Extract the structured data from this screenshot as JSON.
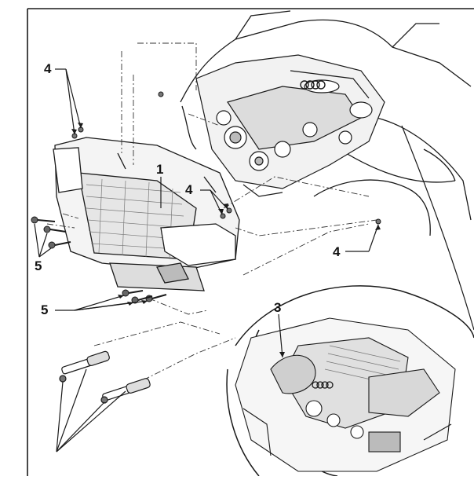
{
  "diagram": {
    "callouts": [
      {
        "id": "c4a",
        "label": "4"
      },
      {
        "id": "c1",
        "label": "1"
      },
      {
        "id": "c4b",
        "label": "4"
      },
      {
        "id": "c5a",
        "label": "5"
      },
      {
        "id": "c4c",
        "label": "4"
      },
      {
        "id": "c5b",
        "label": "5"
      },
      {
        "id": "c3",
        "label": "3"
      }
    ],
    "colors": {
      "line": "#1a1a1a",
      "paper": "#ffffff",
      "shade": "#d9d9d9",
      "dark": "#555555"
    }
  }
}
